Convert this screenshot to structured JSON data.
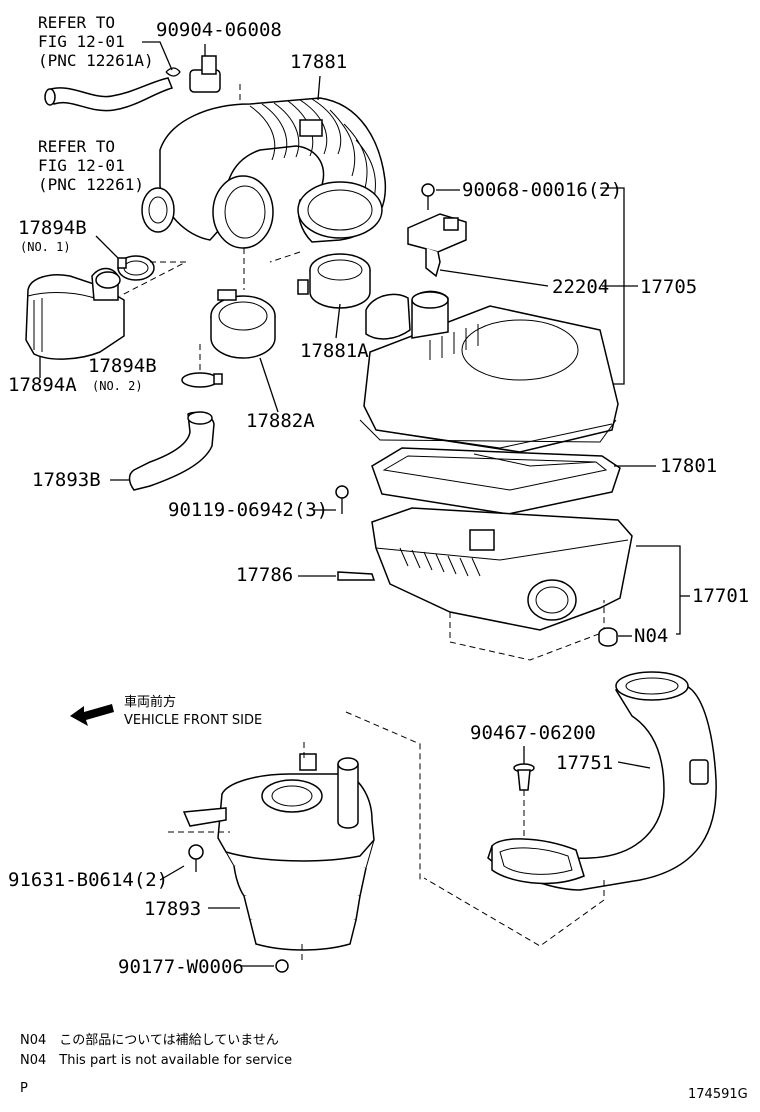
{
  "refs": {
    "ref1": [
      "REFER TO",
      "FIG 12-01",
      "(PNC 12261A)"
    ],
    "ref2": [
      "REFER TO",
      "FIG 12-01",
      "(PNC 12261)"
    ]
  },
  "labels": {
    "p90904": "90904-06008",
    "p17881": "17881",
    "p90068": "90068-00016(2)",
    "p17894b_1": "17894B",
    "p17894b_1_sub": "(NO. 1)",
    "p22204": "22204",
    "p17705": "17705",
    "p17894b_2": "17894B",
    "p17894b_2_sub": "(NO. 2)",
    "p17894a": "17894A",
    "p17881a": "17881A",
    "p17882a": "17882A",
    "p17801": "17801",
    "p17893b": "17893B",
    "p90119": "90119-06942(3)",
    "p17786": "17786",
    "p17701": "17701",
    "pN04": "N04",
    "p90467": "90467-06200",
    "p17751": "17751",
    "p91631": "91631-B0614(2)",
    "p17893": "17893",
    "p90177": "90177-W0006"
  },
  "direction": {
    "jp": "車両前方",
    "en": "VEHICLE FRONT SIDE"
  },
  "notes": {
    "jp": "N04　この部品については補給していません",
    "en": "N04　This part is not available for service"
  },
  "footer": {
    "left": "P",
    "code": "174591G"
  }
}
